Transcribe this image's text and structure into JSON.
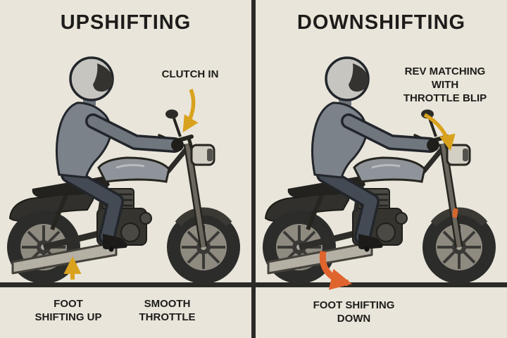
{
  "colors": {
    "background": "#e9e5da",
    "ink": "#1d1c1a",
    "divider": "#2b2a27",
    "arrow_yellow": "#d9a21e",
    "arrow_orange": "#e0642e"
  },
  "panels": [
    {
      "id": "upshifting",
      "title": "UPSHIFTING",
      "labels": [
        {
          "id": "clutch-in",
          "text": "CLUTCH IN"
        },
        {
          "id": "foot-shifting-up",
          "text": "FOOT\nSHIFTING UP"
        },
        {
          "id": "smooth-throttle",
          "text": "SMOOTH\nTHROTTLE"
        }
      ]
    },
    {
      "id": "downshifting",
      "title": "DOWNSHIFTING",
      "labels": [
        {
          "id": "rev-matching",
          "text": "REV MATCHING\nWITH\nTHROTTLE BLIP"
        },
        {
          "id": "foot-shifting-down",
          "text": "FOOT SHIFTING\nDOWN"
        }
      ]
    }
  ]
}
